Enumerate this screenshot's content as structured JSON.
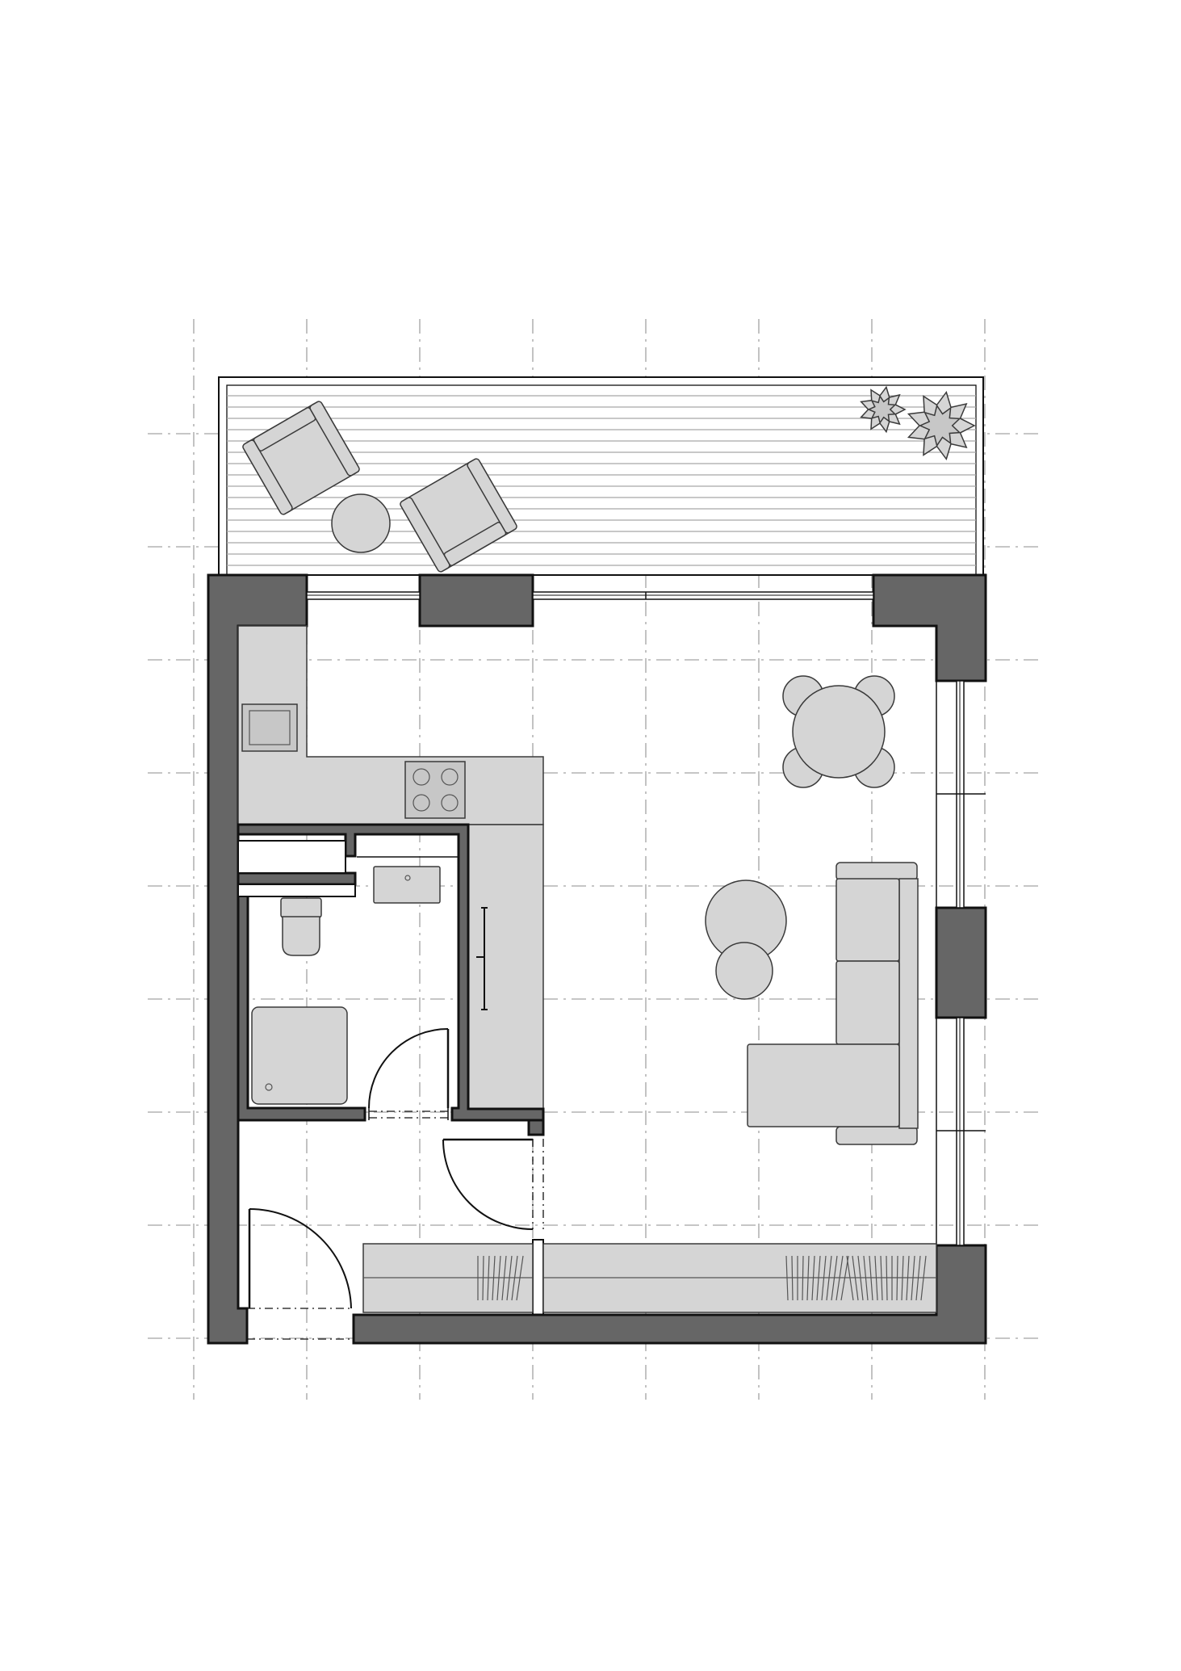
{
  "plan": {
    "colors": {
      "wall": "#666666",
      "furniture": "#d5d5d5",
      "outline": "#111111",
      "grid": "#b4b4b4",
      "background": "#ffffff"
    },
    "elements": [
      "balcony-deck",
      "armchair",
      "armchair",
      "side-table",
      "potted-plant",
      "potted-plant",
      "exterior-wall",
      "window",
      "kitchen-counter",
      "sink",
      "cooktop",
      "bathroom",
      "toilet",
      "shower-tray",
      "washbasin",
      "door",
      "dining-table",
      "chair",
      "coffee-table",
      "sofa",
      "wardrobe",
      "entrance-door"
    ]
  }
}
